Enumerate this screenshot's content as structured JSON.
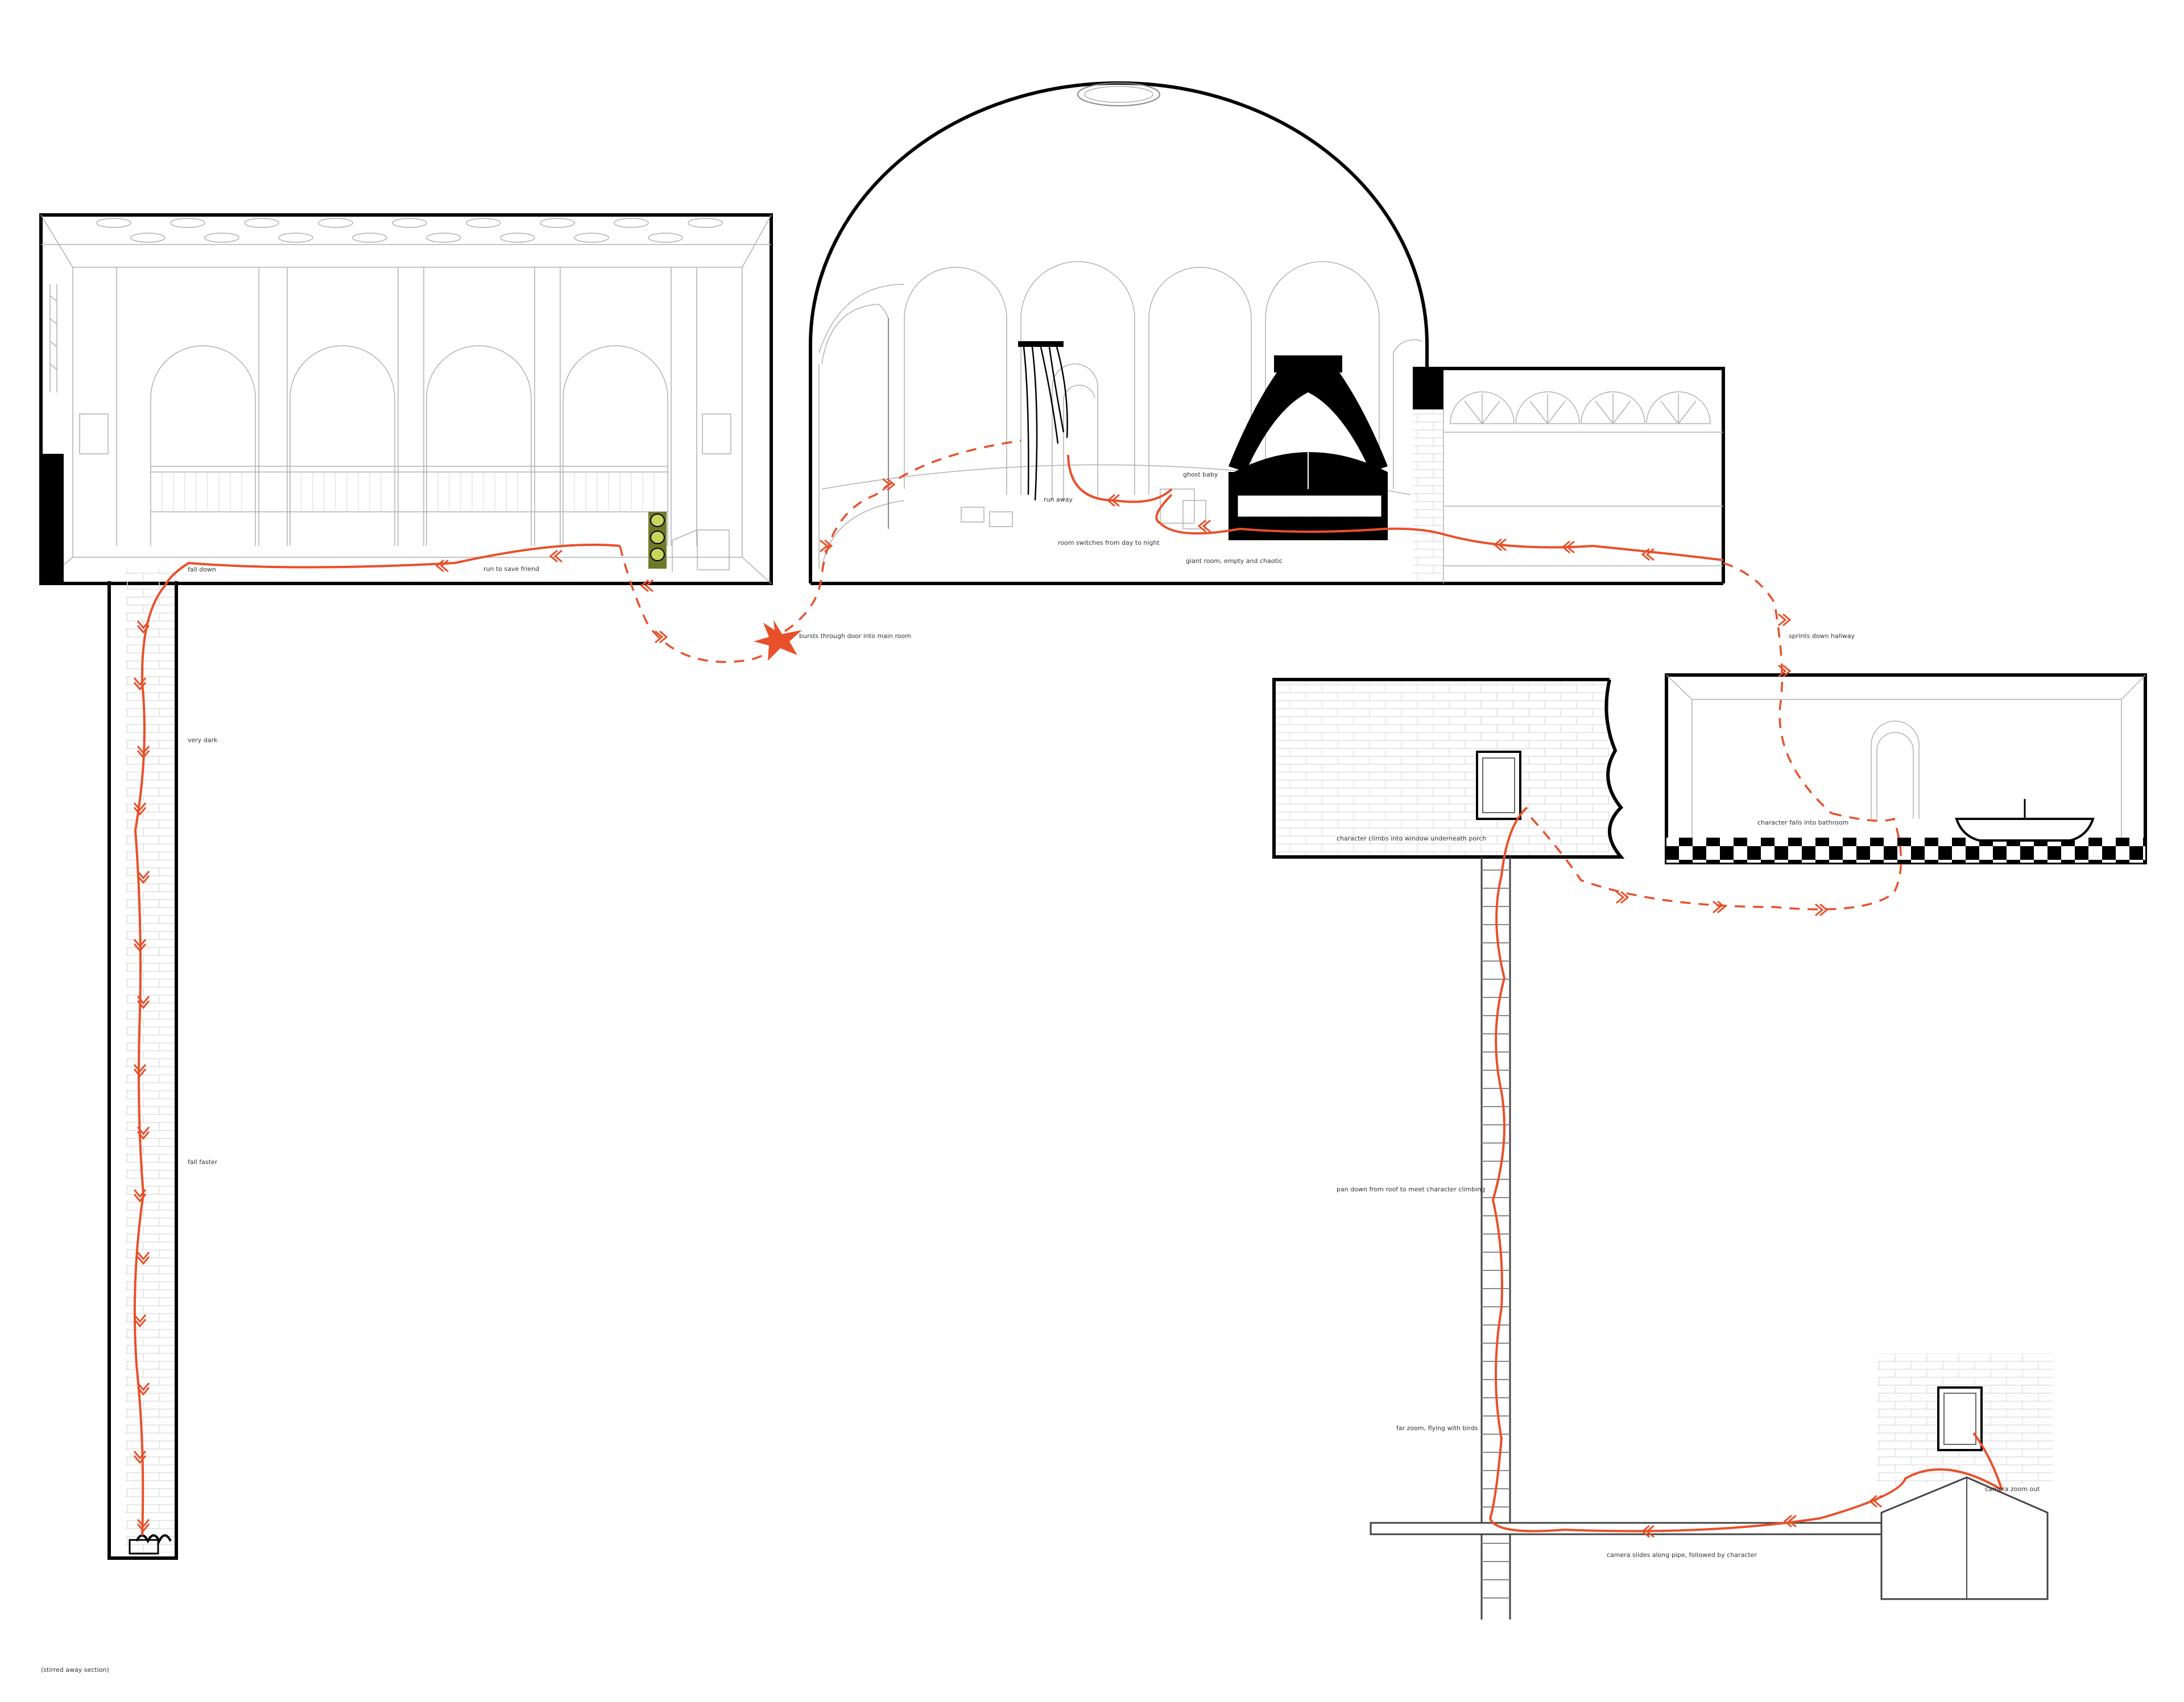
{
  "accent_color": "#e8502a",
  "line_color": "#000000",
  "annotations": {
    "fall_down": "fall down",
    "run_to_save_friend": "run to save friend",
    "bursts_through": "bursts through door into main room",
    "very_dark": "very dark",
    "fall_faster": "fall faster",
    "bottom_label": "(stirred away section)",
    "ghost_baby": "ghost baby",
    "run_away": "run away",
    "room_switches": "room switches from day to night",
    "giant_room": "giant room, empty and chaotic",
    "sprints_down_hallway": "sprints down hallway",
    "character_falls_bathroom": "character falls into bathroom",
    "climbs_window": "character climbs into window underneath porch",
    "pan_down": "pan down from roof to meet character climbing",
    "far_zoom": "far zoom, flying with birds",
    "camera_slides": "camera slides along pipe, followed by character",
    "camera_zoom_out": "camera zoom out"
  },
  "icons": {
    "burst": "burst-icon",
    "bathtub": "bathtub-icon",
    "bed": "canopy-bed-icon",
    "curtain": "curtain-icon",
    "window": "window-icon",
    "house": "house-icon"
  }
}
